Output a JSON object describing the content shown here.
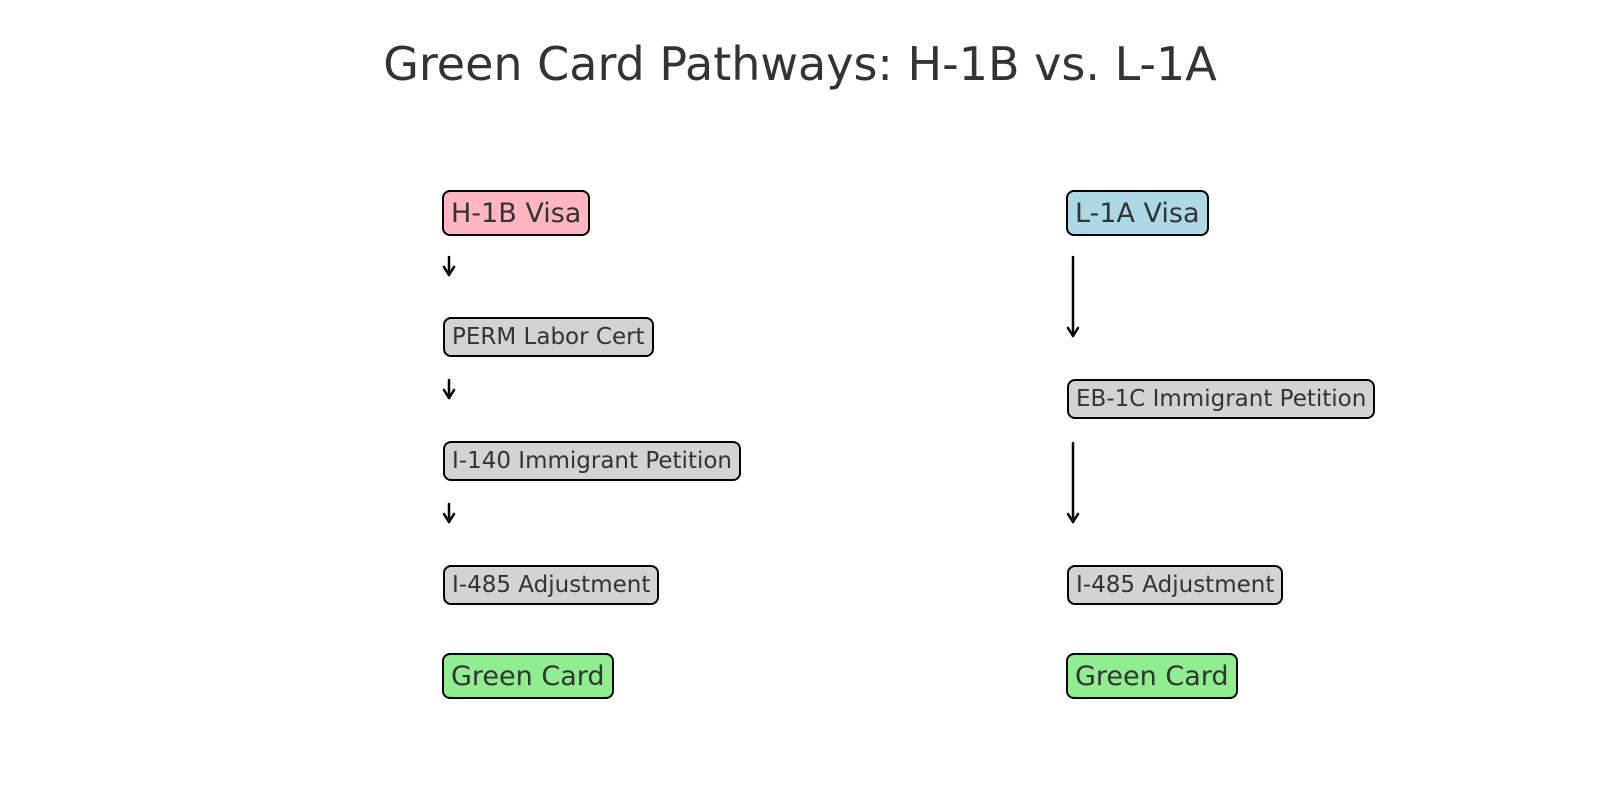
{
  "title": "Green Card Pathways: H-1B vs. L-1A",
  "colors": {
    "h1b_start": "#ffb6c1",
    "l1a_start": "#add8e6",
    "process_step": "#d3d3d3",
    "green_card": "#90ee90",
    "border": "#000000",
    "text": "#333333"
  },
  "pathways": [
    {
      "id": "h1b",
      "steps": [
        {
          "label": "H-1B Visa",
          "kind": "start"
        },
        {
          "label": "PERM Labor Cert",
          "kind": "process"
        },
        {
          "label": "I-140 Immigrant Petition",
          "kind": "process"
        },
        {
          "label": "I-485 Adjustment",
          "kind": "process"
        },
        {
          "label": "Green Card",
          "kind": "end"
        }
      ]
    },
    {
      "id": "l1a",
      "steps": [
        {
          "label": "L-1A Visa",
          "kind": "start"
        },
        {
          "label": "EB-1C Immigrant Petition",
          "kind": "process"
        },
        {
          "label": "I-485 Adjustment",
          "kind": "process"
        },
        {
          "label": "Green Card",
          "kind": "end"
        }
      ]
    }
  ]
}
